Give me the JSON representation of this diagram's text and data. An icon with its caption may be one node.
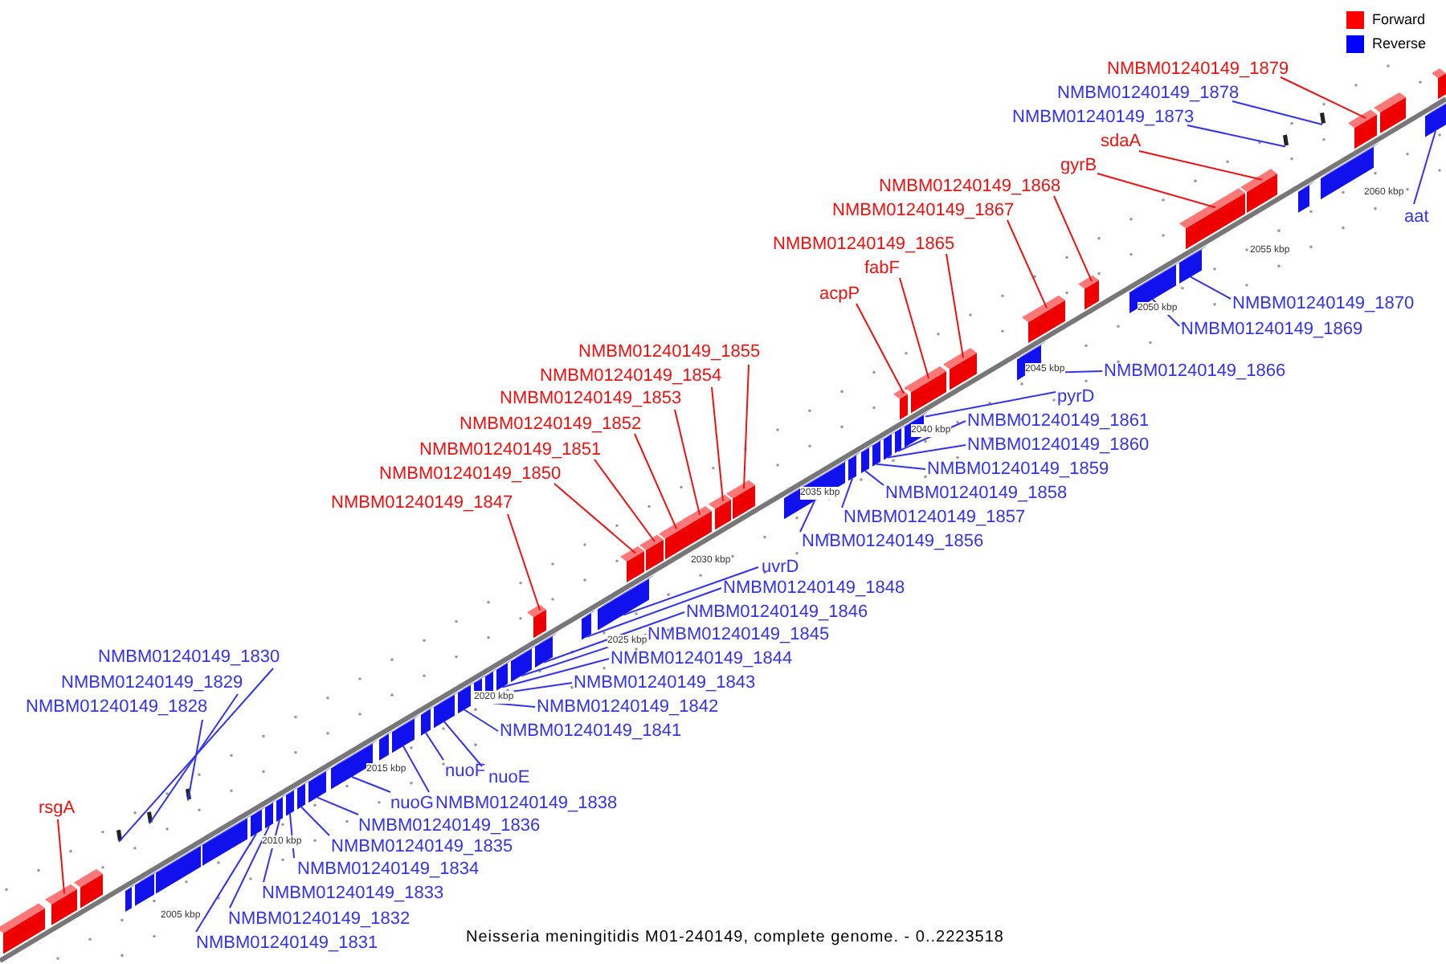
{
  "diagram": {
    "caption": "Neisseria meningitidis M01-240149, complete genome. - 0..2223518",
    "nodes": [
      {
        "text": [
          "NMBM01240149_1879"
        ]
      },
      {
        "text": [
          "NMBM01240149_1878"
        ]
      },
      {
        "text": [
          "NMBM01240149_1873"
        ]
      },
      {
        "text": [
          "sdaA"
        ]
      },
      {
        "text": [
          "gyrB"
        ]
      },
      {
        "text": [
          "NMBM01240149_1868"
        ]
      },
      {
        "text": [
          "NMBM01240149_1867"
        ]
      },
      {
        "text": [
          "aat"
        ]
      },
      {
        "text": [
          "NMBM01240149_1865"
        ]
      },
      {
        "text": [
          "fabF"
        ]
      },
      {
        "text": [
          "acpP"
        ]
      },
      {
        "text": [
          "NMBM01240149_1870"
        ]
      },
      {
        "text": [
          "NMBM01240149_1869"
        ]
      },
      {
        "text": [
          "NMBM01240149_1855"
        ]
      },
      {
        "text": [
          "NMBM01240149_1866"
        ]
      },
      {
        "text": [
          "NMBM01240149_1854"
        ]
      },
      {
        "text": [
          "pyrD"
        ]
      },
      {
        "text": [
          "NMBM01240149_1853"
        ]
      },
      {
        "text": [
          "NMBM01240149_1861"
        ]
      },
      {
        "text": [
          "NMBM01240149_1852"
        ]
      },
      {
        "text": [
          "NMBM01240149_1860"
        ]
      },
      {
        "text": [
          "NMBM01240149_1851"
        ]
      },
      {
        "text": [
          "NMBM01240149_1859"
        ]
      },
      {
        "text": [
          "NMBM01240149_1850"
        ]
      },
      {
        "text": [
          "NMBM01240149_1858"
        ]
      },
      {
        "text": [
          "NMBM01240149_1847"
        ]
      },
      {
        "text": [
          "NMBM01240149_1857"
        ]
      },
      {
        "text": [
          "NMBM01240149_1856"
        ]
      },
      {
        "text": [
          "uvrD"
        ]
      },
      {
        "text": [
          "NMBM01240149_1848"
        ]
      },
      {
        "text": [
          "NMBM01240149_1846"
        ]
      },
      {
        "text": [
          "NMBM01240149_1845"
        ]
      },
      {
        "text": [
          "NMBM01240149_1830"
        ]
      },
      {
        "text": [
          "NMBM01240149_1844"
        ]
      },
      {
        "text": [
          "NMBM01240149_1829"
        ]
      },
      {
        "text": [
          "NMBM01240149_1843"
        ]
      },
      {
        "text": [
          "NMBM01240149_1828"
        ]
      },
      {
        "text": [
          "NMBM01240149_1842"
        ]
      },
      {
        "text": [
          "NMBM01240149_1841"
        ]
      },
      {
        "text": [
          "nuoF"
        ]
      },
      {
        "text": [
          "nuoE"
        ]
      },
      {
        "text": [
          "nuoG"
        ]
      },
      {
        "text": [
          "NMBM01240149_1838"
        ]
      },
      {
        "text": [
          "rsgA"
        ]
      },
      {
        "text": [
          "NMBM01240149_1836"
        ]
      },
      {
        "text": [
          "NMBM01240149_1835"
        ]
      },
      {
        "text": [
          "NMBM01240149_1834"
        ]
      },
      {
        "text": [
          "NMBM01240149_1833"
        ]
      },
      {
        "text": [
          "NMBM01240149_1832"
        ]
      },
      {
        "text": [
          "NMBM01240149_1831"
        ]
      },
      {
        "text": [],
        "shape": "bar"
      },
      {
        "text": [],
        "shape": "bar"
      },
      {
        "text": [],
        "shape": "bar"
      },
      {
        "text": [],
        "shape": "bar"
      },
      {
        "text": [],
        "shape": "bar"
      },
      {
        "text": [],
        "shape": "bar"
      },
      {
        "text": [],
        "shape": "bar"
      },
      {
        "text": [],
        "shape": "bar"
      },
      {
        "text": [],
        "shape": "bar"
      },
      {
        "text": [],
        "shape": "bar"
      },
      {
        "text": [],
        "shape": "bar"
      },
      {
        "text": [],
        "shape": "bar"
      },
      {
        "text": [],
        "shape": "bar"
      },
      {
        "text": [],
        "shape": "bar"
      },
      {
        "text": [],
        "shape": "bar"
      },
      {
        "text": [],
        "shape": "bar"
      },
      {
        "text": [],
        "shape": "bar"
      },
      {
        "text": [],
        "shape": "bar"
      },
      {
        "text": [],
        "shape": "bar"
      },
      {
        "text": [],
        "shape": "bar"
      },
      {
        "text": [],
        "shape": "bar"
      },
      {
        "text": [],
        "shape": "bar"
      },
      {
        "text": [],
        "shape": "bar"
      },
      {
        "text": [],
        "shape": "bar"
      },
      {
        "text": [],
        "shape": "bar"
      },
      {
        "text": [],
        "shape": "bar"
      },
      {
        "text": [],
        "shape": "bar"
      },
      {
        "text": [],
        "shape": "bar"
      },
      {
        "text": [],
        "shape": "bar"
      },
      {
        "text": [],
        "shape": "bar"
      },
      {
        "text": [],
        "shape": "bar"
      },
      {
        "text": [],
        "shape": "bar"
      },
      {
        "text": [],
        "shape": "bar"
      },
      {
        "text": [],
        "shape": "bar"
      },
      {
        "text": [],
        "shape": "bar"
      },
      {
        "text": [],
        "shape": "bar"
      },
      {
        "text": [],
        "shape": "bar"
      },
      {
        "text": [],
        "shape": "bar"
      },
      {
        "text": [],
        "shape": "bar"
      },
      {
        "text": [],
        "shape": "bar"
      },
      {
        "text": [],
        "shape": "bar"
      },
      {
        "text": [],
        "shape": "bar"
      },
      {
        "text": [],
        "shape": "bar"
      },
      {
        "text": [],
        "shape": "bar"
      },
      {
        "text": [],
        "shape": "bar"
      },
      {
        "text": [],
        "shape": "bar"
      },
      {
        "text": [],
        "shape": "bar"
      },
      {
        "text": [],
        "shape": "bar"
      },
      {
        "text": [],
        "shape": "bar"
      },
      {
        "text": [],
        "shape": "bar"
      },
      {
        "text": [],
        "shape": "bar"
      },
      {
        "text": [],
        "shape": "bar"
      },
      {
        "text": [],
        "shape": "bar"
      },
      {
        "text": [],
        "shape": "bar"
      },
      {
        "text": [],
        "shape": "bar"
      },
      {
        "text": [],
        "shape": "bar"
      },
      {
        "text": [],
        "shape": "bar"
      },
      {
        "text": [],
        "shape": "bar"
      },
      {
        "text": [],
        "shape": "bar"
      },
      {
        "text": [],
        "shape": "bar"
      },
      {
        "text": [],
        "shape": "bar"
      }
    ],
    "edges": [
      {
        "from": 0,
        "to": 98,
        "arrow": "none",
        "color": "#ee1111"
      },
      {
        "from": 1,
        "to": 97,
        "arrow": "none"
      },
      {
        "from": 2,
        "to": 96,
        "arrow": "none"
      },
      {
        "from": 3,
        "to": 95,
        "arrow": "none",
        "color": "#ee1111"
      },
      {
        "from": 4,
        "to": 94,
        "arrow": "none",
        "color": "#ee1111"
      },
      {
        "from": 5,
        "to": 91,
        "arrow": "none",
        "color": "#ee1111"
      },
      {
        "from": 6,
        "to": 90,
        "arrow": "none",
        "color": "#ee1111"
      },
      {
        "from": 7,
        "to": 99,
        "arrow": "none"
      },
      {
        "from": 8,
        "to": 88,
        "arrow": "none",
        "color": "#ee1111"
      },
      {
        "from": 9,
        "to": 87,
        "arrow": "none",
        "color": "#ee1111"
      },
      {
        "from": 10,
        "to": 85,
        "arrow": "none",
        "color": "#ee1111"
      },
      {
        "from": 11,
        "to": 93,
        "arrow": "none"
      },
      {
        "from": 12,
        "to": 92,
        "arrow": "none"
      },
      {
        "from": 13,
        "to": 78,
        "arrow": "none",
        "color": "#ee1111"
      },
      {
        "from": 14,
        "to": 89,
        "arrow": "none"
      },
      {
        "from": 15,
        "to": 77,
        "arrow": "none",
        "color": "#ee1111"
      },
      {
        "from": 16,
        "to": 86,
        "arrow": "none"
      },
      {
        "from": 17,
        "to": 76,
        "arrow": "none",
        "color": "#ee1111"
      },
      {
        "from": 18,
        "to": 84,
        "arrow": "none"
      },
      {
        "from": 19,
        "to": 75,
        "arrow": "none",
        "color": "#ee1111"
      },
      {
        "from": 20,
        "to": 83,
        "arrow": "none"
      },
      {
        "from": 21,
        "to": 74,
        "arrow": "none",
        "color": "#ee1111"
      },
      {
        "from": 22,
        "to": 82,
        "arrow": "none"
      },
      {
        "from": 23,
        "to": 73,
        "arrow": "none",
        "color": "#ee1111"
      },
      {
        "from": 24,
        "to": 81,
        "arrow": "none"
      },
      {
        "from": 25,
        "to": 69,
        "arrow": "none",
        "color": "#ee1111"
      },
      {
        "from": 26,
        "to": 80,
        "arrow": "none"
      },
      {
        "from": 27,
        "to": 79,
        "arrow": "none"
      },
      {
        "from": 28,
        "to": 72,
        "arrow": "none"
      },
      {
        "from": 29,
        "to": 71,
        "arrow": "none"
      },
      {
        "from": 30,
        "to": 70,
        "arrow": "none"
      },
      {
        "from": 31,
        "to": 68,
        "arrow": "none"
      },
      {
        "from": 32,
        "to": 51,
        "arrow": "none"
      },
      {
        "from": 33,
        "to": 67,
        "arrow": "none"
      },
      {
        "from": 34,
        "to": 52,
        "arrow": "none"
      },
      {
        "from": 35,
        "to": 66,
        "arrow": "none"
      },
      {
        "from": 36,
        "to": 53,
        "arrow": "none"
      },
      {
        "from": 37,
        "to": 65,
        "arrow": "none"
      },
      {
        "from": 38,
        "to": 64,
        "arrow": "none"
      },
      {
        "from": 39,
        "to": 62,
        "arrow": "none"
      },
      {
        "from": 40,
        "to": 63,
        "arrow": "none"
      },
      {
        "from": 41,
        "to": 60,
        "arrow": "none"
      },
      {
        "from": 42,
        "to": 61,
        "arrow": "none"
      },
      {
        "from": 43,
        "to": 50,
        "arrow": "none",
        "color": "#ee1111"
      },
      {
        "from": 44,
        "to": 59,
        "arrow": "none"
      },
      {
        "from": 45,
        "to": 58,
        "arrow": "none"
      },
      {
        "from": 46,
        "to": 57,
        "arrow": "none"
      },
      {
        "from": 47,
        "to": 56,
        "arrow": "none"
      },
      {
        "from": 48,
        "to": 55,
        "arrow": "none"
      },
      {
        "from": 49,
        "to": 54,
        "arrow": "none"
      }
    ],
    "labels": [
      "2060 kbp",
      "2055 kbp",
      "2050 kbp",
      "2045 kbp",
      "2040 kbp",
      "2035 kbp",
      "2030 kbp",
      "2025 kbp",
      "2020 kbp",
      "2015 kbp",
      "2010 kbp",
      "2005 kbp"
    ],
    "legend": [
      {
        "text": "Forward",
        "color": "#ff0000"
      },
      {
        "text": "Reverse",
        "color": "#0000ff"
      }
    ]
  }
}
